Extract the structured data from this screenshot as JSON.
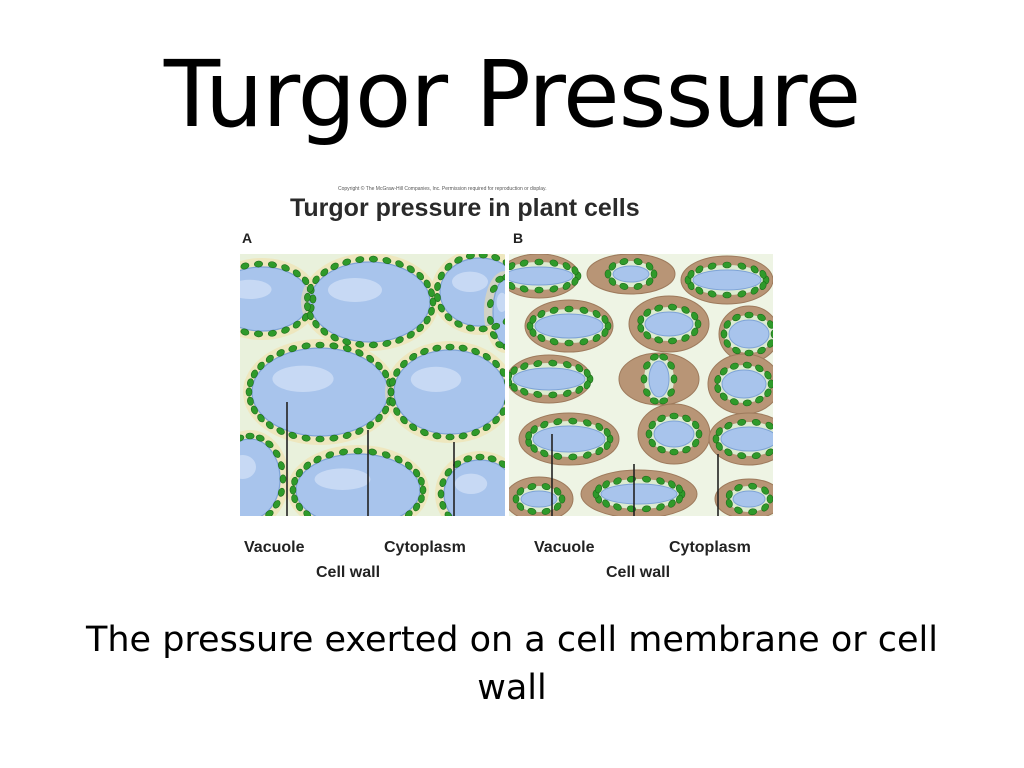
{
  "slide": {
    "title": "Turgor Pressure",
    "caption": "The pressure exerted on a cell membrane or cell wall"
  },
  "figure": {
    "copyright": "Copyright © The McGraw-Hill Companies, Inc. Permission required for reproduction or display.",
    "title": "Turgor pressure in plant cells",
    "panels": [
      {
        "letter": "A",
        "state": "turgid",
        "labels": {
          "vacuole": "Vacuole",
          "cytoplasm": "Cytoplasm",
          "cell_wall": "Cell wall"
        }
      },
      {
        "letter": "B",
        "state": "plasmolyzed",
        "labels": {
          "vacuole": "Vacuole",
          "cytoplasm": "Cytoplasm",
          "cell_wall": "Cell wall"
        }
      }
    ]
  },
  "colors": {
    "wall": "#e9f1dc",
    "vacuole": "#a8c4ec",
    "chloroplast": "#2f9a2a",
    "cytoplasm_gap": "#f3dfa6",
    "shrunk_space": "#b89576"
  }
}
